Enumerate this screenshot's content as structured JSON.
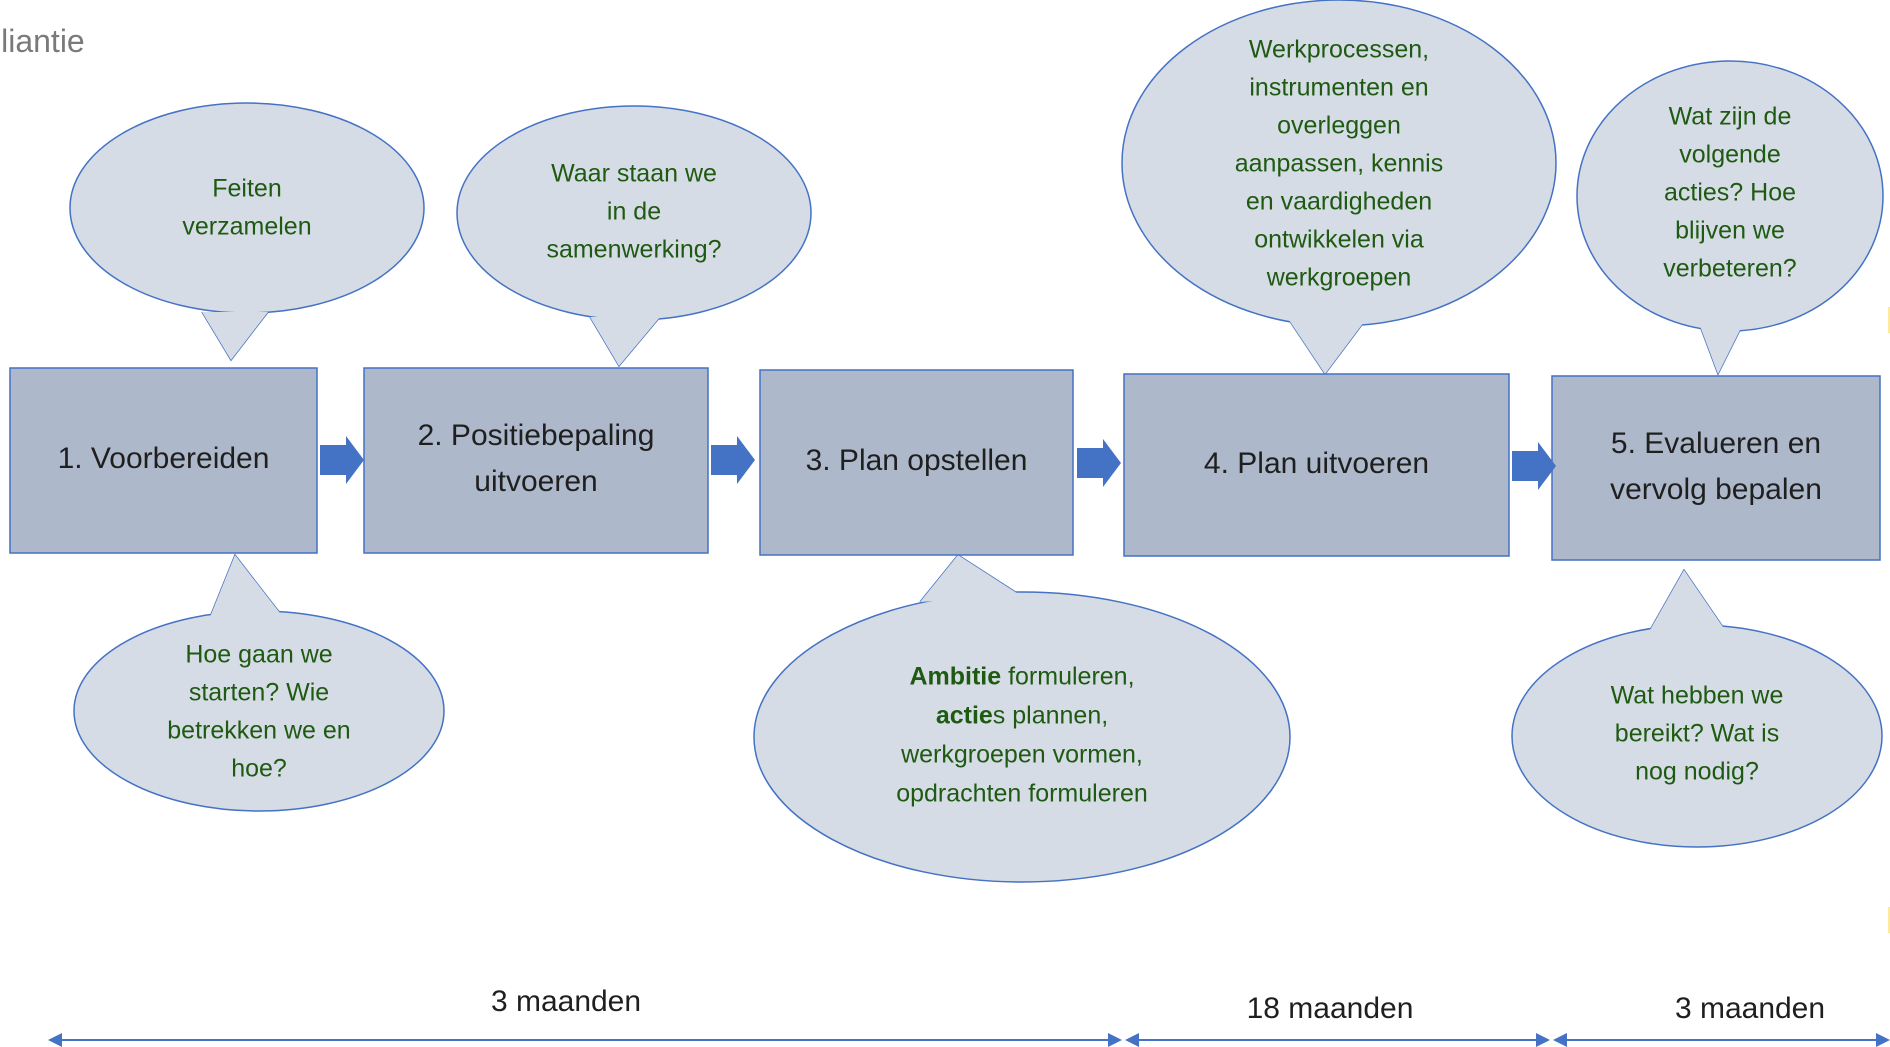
{
  "header": {
    "logo_text": "lliantie"
  },
  "colors": {
    "step_fill": "#adb9ca",
    "step_stroke": "#4472c4",
    "bubble_fill": "#d6dce5",
    "bubble_stroke": "#4472c4",
    "bubble_text": "#1e5a12",
    "arrow_fill": "#4472c4",
    "timeline": "#4472c4",
    "accent_ring": "#fde68a"
  },
  "steps": [
    {
      "lines": [
        "1. Voorbereiden"
      ]
    },
    {
      "lines": [
        "2. Positiebepaling",
        "uitvoeren"
      ]
    },
    {
      "lines": [
        "3. Plan opstellen"
      ]
    },
    {
      "lines": [
        "4. Plan uitvoeren"
      ]
    },
    {
      "lines": [
        "5. Evalueren en",
        "vervolg bepalen"
      ]
    }
  ],
  "bubbles_top": [
    {
      "lines": [
        "Feiten",
        "verzamelen"
      ]
    },
    {
      "lines": [
        "Waar staan we",
        "in de",
        "samenwerking?"
      ]
    },
    {
      "lines": [
        "Werkprocessen,",
        "instrumenten en",
        "overleggen",
        "aanpassen, kennis",
        "en vaardigheden",
        "ontwikkelen via",
        "werkgroepen"
      ]
    },
    {
      "lines": [
        "Wat zijn de",
        "volgende",
        "acties? Hoe",
        "blijven we",
        "verbeteren?"
      ]
    }
  ],
  "bubbles_bottom": [
    {
      "lines": [
        "Hoe gaan we",
        "starten? Wie",
        "betrekken we en",
        "hoe?"
      ]
    },
    {
      "lines": [
        [
          {
            "t": "Ambitie",
            "b": true
          },
          {
            "t": " formuleren,",
            "b": false
          }
        ],
        [
          {
            "t": "actie",
            "b": true
          },
          {
            "t": "s plannen,",
            "b": false
          }
        ],
        [
          {
            "t": "werkgroepen vormen,",
            "b": false
          }
        ],
        [
          {
            "t": "opdrachten formuleren",
            "b": false
          }
        ]
      ]
    },
    {
      "lines": [
        "Wat hebben we",
        "bereikt? Wat is",
        "nog nodig?"
      ]
    }
  ],
  "timeline": [
    {
      "label": "3 maanden"
    },
    {
      "label": "18 maanden"
    },
    {
      "label": "3 maanden"
    }
  ]
}
